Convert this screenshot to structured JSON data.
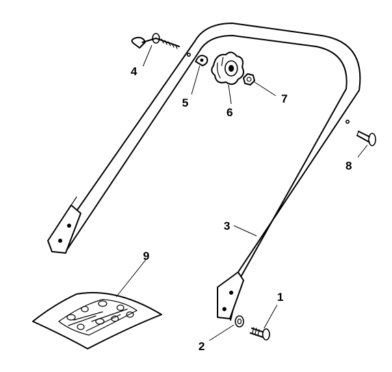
{
  "parts": [
    {
      "num": "1",
      "icon": "carriage-bolt-icon"
    },
    {
      "num": "2",
      "icon": "washer-icon"
    },
    {
      "num": "3",
      "icon": "handle-bar-icon"
    },
    {
      "num": "4",
      "icon": "cable-guide-icon"
    },
    {
      "num": "5",
      "icon": "cable-clip-icon"
    },
    {
      "num": "6",
      "icon": "star-knob-icon"
    },
    {
      "num": "7",
      "icon": "nut-icon"
    },
    {
      "num": "8",
      "icon": "bolt-icon"
    },
    {
      "num": "9",
      "icon": "hardware-bag-icon"
    }
  ]
}
